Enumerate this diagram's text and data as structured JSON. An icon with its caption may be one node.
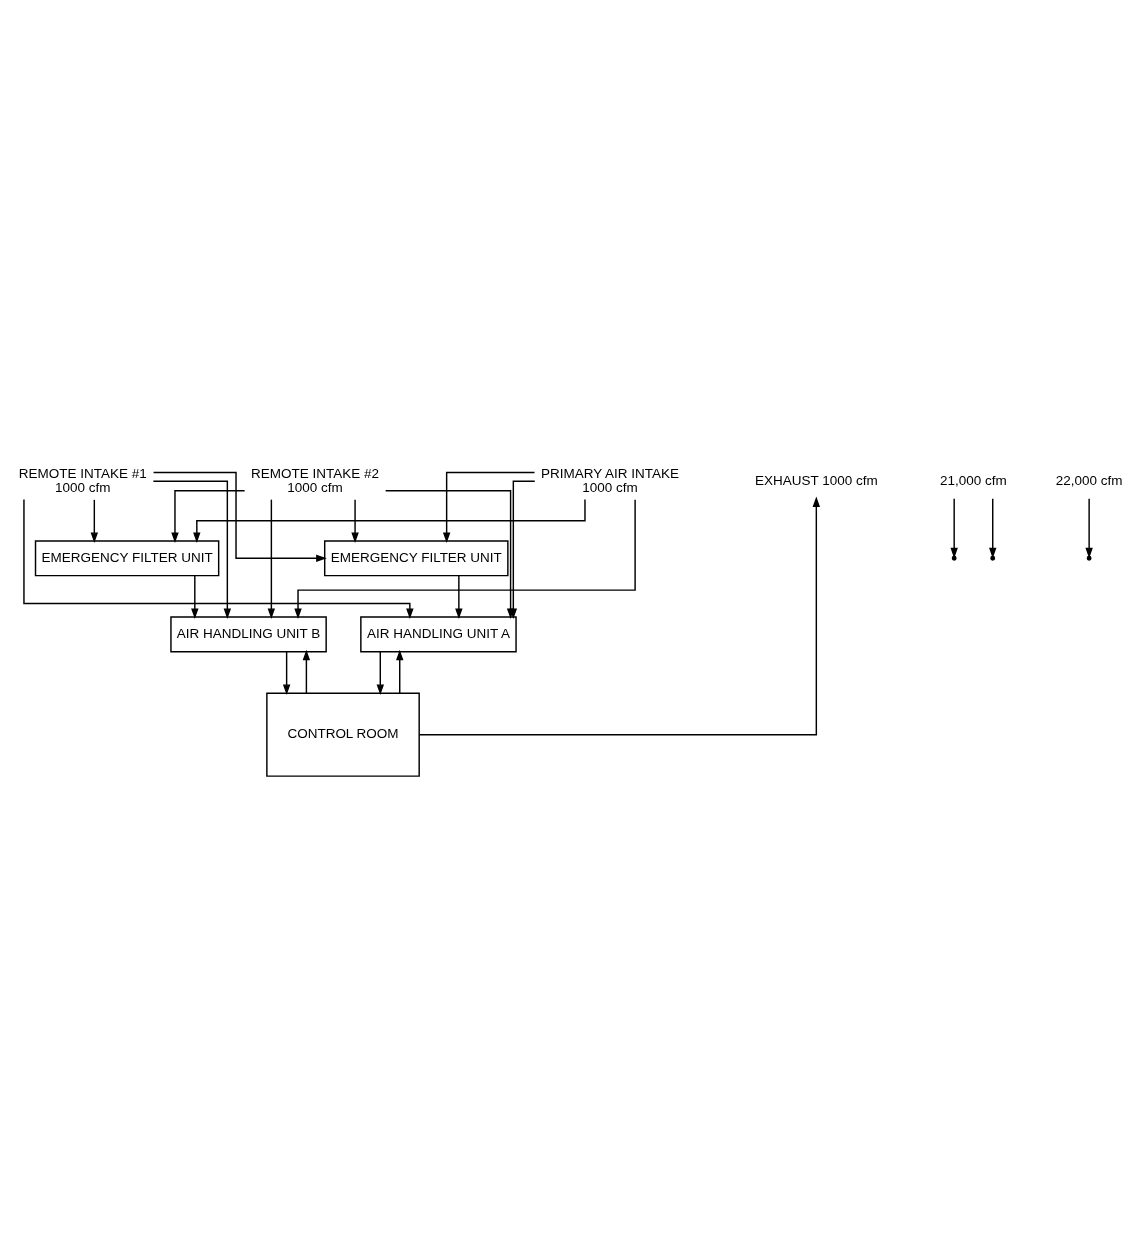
{
  "diagram": {
    "nodes": [
      {
        "text": [
          "REMOTE INTAKE #1",
          "1000 cfm"
        ]
      },
      {
        "text": [
          "PRIMARY AIR INTAKE",
          "1000 cfm"
        ]
      },
      {
        "text": [
          "REMOTE INTAKE #2",
          "1000 cfm"
        ]
      },
      {
        "text": [
          "EMERGENCY FILTER UNIT"
        ]
      },
      {
        "text": [
          "AIR HANDLING UNIT A"
        ]
      },
      {
        "text": [
          "AIR HANDLING UNIT B"
        ]
      },
      {
        "text": [
          "EMERGENCY FILTER UNIT"
        ]
      },
      {
        "text": [
          "CONTROL ROOM"
        ]
      },
      {
        "text": [
          "EXHAUST 1000 cfm"
        ]
      },
      {
        "text": [
          "21,000 cfm"
        ]
      },
      {
        "text": [
          "22,000 cfm"
        ]
      }
    ],
    "edges": [
      {
        "from": 0,
        "to": 3,
        "arrow": "to"
      },
      {
        "from": 0,
        "to": 4,
        "arrow": "to"
      },
      {
        "from": 0,
        "to": 5,
        "arrow": "to"
      },
      {
        "from": 0,
        "to": 6,
        "arrow": "to"
      },
      {
        "from": 1,
        "to": 3,
        "arrow": "to"
      },
      {
        "from": 1,
        "to": 4,
        "arrow": "to"
      },
      {
        "from": 1,
        "to": 5,
        "arrow": "to"
      },
      {
        "from": 1,
        "to": 6,
        "arrow": "to"
      },
      {
        "from": 2,
        "to": 3,
        "arrow": "to"
      },
      {
        "from": 2,
        "to": 4,
        "arrow": "to"
      },
      {
        "from": 2,
        "to": 5,
        "arrow": "to"
      },
      {
        "from": 2,
        "to": 6,
        "arrow": "to"
      },
      {
        "from": 3,
        "to": 4,
        "arrow": "to"
      },
      {
        "from": 6,
        "to": 5,
        "arrow": "to"
      },
      {
        "from": 7,
        "to": 4,
        "arrow": "to"
      },
      {
        "from": 7,
        "to": 5,
        "arrow": "to"
      },
      {
        "from": 4,
        "to": 7,
        "arrow": "to"
      },
      {
        "from": 5,
        "to": 7,
        "arrow": "to"
      },
      {
        "from": 7,
        "to": 8,
        "arrow": "to"
      },
      {
        "from": 9,
        "to": null,
        "arrow": "to"
      },
      {
        "from": 9,
        "to": null,
        "arrow": "to"
      },
      {
        "from": 10,
        "to": null,
        "arrow": "to"
      }
    ]
  }
}
